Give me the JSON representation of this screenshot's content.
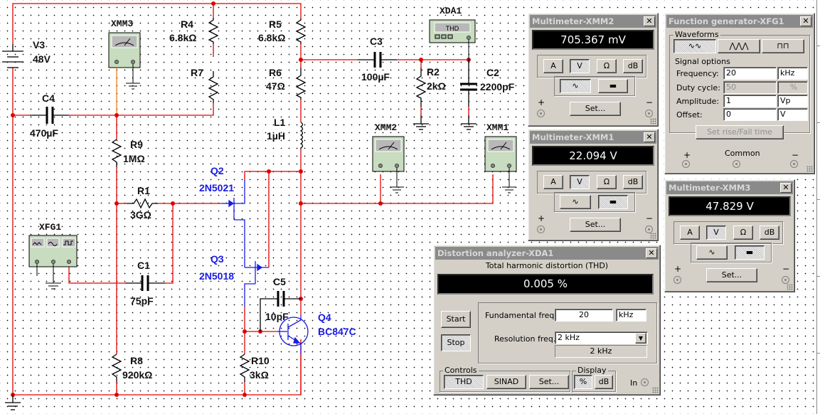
{
  "schematic": {
    "components": {
      "V3": {
        "ref": "V3",
        "value": "48V"
      },
      "R4": {
        "ref": "R4",
        "value": "6.8kΩ"
      },
      "R5": {
        "ref": "R5",
        "value": "6.8kΩ"
      },
      "R7": {
        "ref": "R7"
      },
      "R6": {
        "ref": "R6",
        "value": "47Ω"
      },
      "C3": {
        "ref": "C3",
        "value": "100µF"
      },
      "R2": {
        "ref": "R2",
        "value": "2kΩ"
      },
      "C2": {
        "ref": "C2",
        "value": "2200pF"
      },
      "C4": {
        "ref": "C4",
        "value": "470µF"
      },
      "L1": {
        "ref": "L1",
        "value": "1µH"
      },
      "R9": {
        "ref": "R9",
        "value": "1MΩ"
      },
      "R1": {
        "ref": "R1",
        "value": "3GΩ"
      },
      "C1": {
        "ref": "C1",
        "value": "75pF"
      },
      "C5": {
        "ref": "C5",
        "value": "10pF"
      },
      "R8": {
        "ref": "R8",
        "value": "920kΩ"
      },
      "R10": {
        "ref": "R10",
        "value": "3kΩ"
      },
      "Q2": {
        "ref": "Q2",
        "value": "2N5021"
      },
      "Q3": {
        "ref": "Q3",
        "value": "2N5018"
      },
      "Q4": {
        "ref": "Q4",
        "value": "BC847C"
      }
    },
    "instruments": {
      "XMM3": "XMM3",
      "XMM2": "XMM2",
      "XMM1": "XMM1",
      "XDA1": "XDA1",
      "XDA1_screen": "THD",
      "XFG1": "XFG1",
      "plus": "+",
      "minus": "−"
    },
    "colors": {
      "wire": "#e00000",
      "component": "#000000",
      "transistor": "#1a1ae6",
      "probe_wire": "#f08020",
      "instrument_body": "#c8dcc0"
    }
  },
  "windows": {
    "xmm2": {
      "title": "Multimeter-XMM2",
      "reading": "705.367 mV",
      "modes": [
        "A",
        "V",
        "Ω",
        "dB"
      ],
      "active_mode": "V",
      "active_coupling": "ac",
      "set_label": "Set...",
      "plus": "+",
      "minus": "−"
    },
    "xmm1": {
      "title": "Multimeter-XMM1",
      "reading": "22.094 V",
      "modes": [
        "A",
        "V",
        "Ω",
        "dB"
      ],
      "active_mode": "V",
      "active_coupling": "dc",
      "set_label": "Set...",
      "plus": "+",
      "minus": "−"
    },
    "xmm3": {
      "title": "Multimeter-XMM3",
      "reading": "47.829 V",
      "modes": [
        "A",
        "V",
        "Ω",
        "dB"
      ],
      "active_mode": "V",
      "active_coupling": "dc",
      "set_label": "Set...",
      "plus": "+",
      "minus": "−"
    },
    "xfg1": {
      "title": "Function generator-XFG1",
      "waveforms_label": "Waveforms",
      "active_waveform": "sine",
      "signal_options_label": "Signal options",
      "frequency": {
        "label": "Frequency:",
        "value": "20",
        "unit": "kHz"
      },
      "duty_cycle": {
        "label": "Duty cycle:",
        "value": "50",
        "unit": "%"
      },
      "amplitude": {
        "label": "Amplitude:",
        "value": "1",
        "unit": "Vp"
      },
      "offset": {
        "label": "Offset:",
        "value": "0",
        "unit": "V"
      },
      "rise_fall_label": "Set rise/Fall time",
      "plus": "+",
      "common": "Common",
      "minus": "−"
    },
    "xda1": {
      "title": "Distortion analyzer-XDA1",
      "heading": "Total harmonic distortion (THD)",
      "reading": "0.005 %",
      "start_label": "Start",
      "stop_label": "Stop",
      "fundamental": {
        "label": "Fundamental freq.",
        "value": "20",
        "unit": "kHz"
      },
      "resolution": {
        "label": "Resolution freq.",
        "selected": "2 kHz",
        "readout": "2 kHz"
      },
      "controls_label": "Controls",
      "controls": [
        "THD",
        "SINAD",
        "Set..."
      ],
      "active_control": "THD",
      "display_label": "Display",
      "display": [
        "%",
        "dB"
      ],
      "active_display": "%",
      "in_label": "In"
    }
  }
}
